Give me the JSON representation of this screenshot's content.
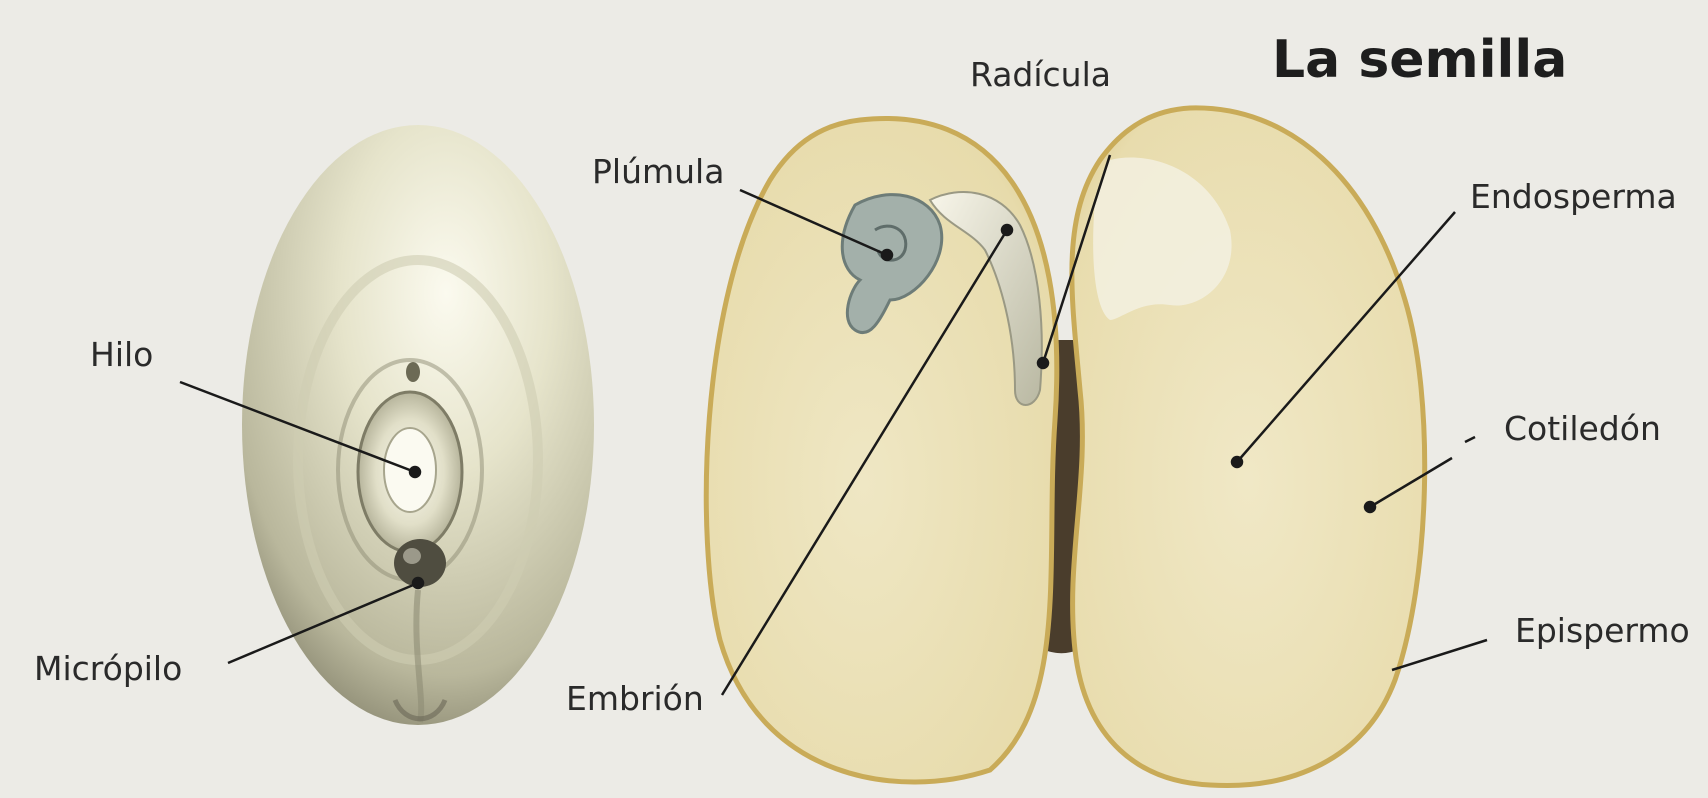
{
  "title": "La semilla",
  "labels": {
    "hilo": "Hilo",
    "micropilo": "Micrópilo",
    "plumula": "Plúmula",
    "radicula": "Radícula",
    "embrion": "Embrión",
    "endosperma": "Endosperma",
    "cotiledon": "Cotiledón",
    "epispermo": "Epispermo"
  },
  "colors": {
    "background": "#ecebe6",
    "seed_coat": "#e9e7cf",
    "seed_shadow": "#8c8a72",
    "cotyledon_fill": "#ece1b4",
    "cotyledon_edge": "#c9ab58",
    "embryo_dark": "#4a3d2c",
    "plumule": "#98a8a2",
    "leader_line": "#1a1a1a"
  }
}
